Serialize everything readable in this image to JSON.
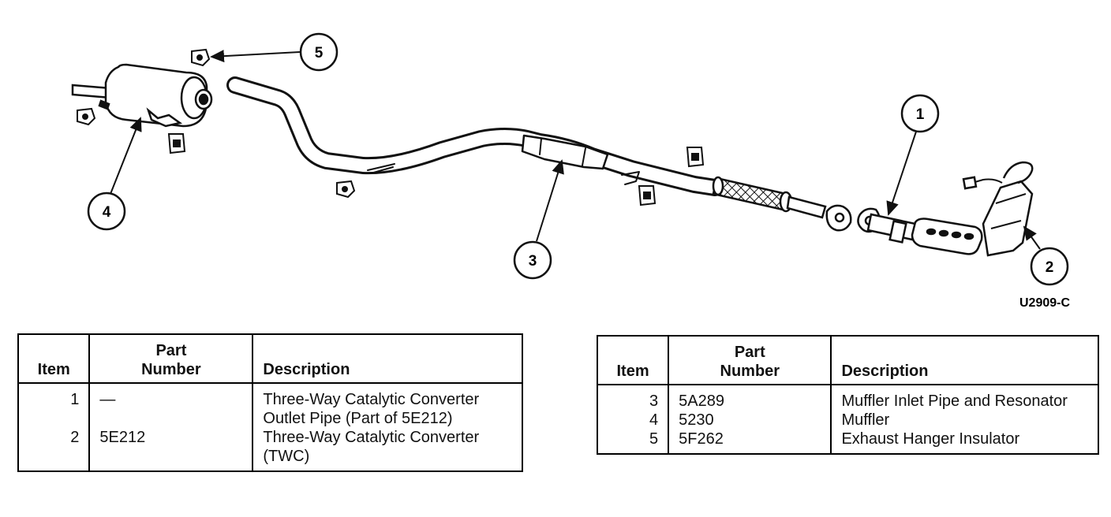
{
  "figure_id": "U2909-C",
  "callouts": [
    "1",
    "2",
    "3",
    "4",
    "5"
  ],
  "tables": [
    {
      "headers": {
        "item": "Item",
        "part_line1": "Part",
        "part_line2": "Number",
        "description": "Description"
      },
      "rows": [
        {
          "item": "1",
          "part": "—",
          "description": "Three-Way Catalytic Converter Outlet Pipe (Part of 5E212)"
        },
        {
          "item": "2",
          "part": "5E212",
          "description": "Three-Way Catalytic Converter (TWC)"
        }
      ]
    },
    {
      "headers": {
        "item": "Item",
        "part_line1": "Part",
        "part_line2": "Number",
        "description": "Description"
      },
      "rows": [
        {
          "item": "3",
          "part": "5A289",
          "description": "Muffler Inlet Pipe and Resonator"
        },
        {
          "item": "4",
          "part": "5230",
          "description": "Muffler"
        },
        {
          "item": "5",
          "part": "5F262",
          "description": "Exhaust Hanger Insulator"
        }
      ]
    }
  ]
}
